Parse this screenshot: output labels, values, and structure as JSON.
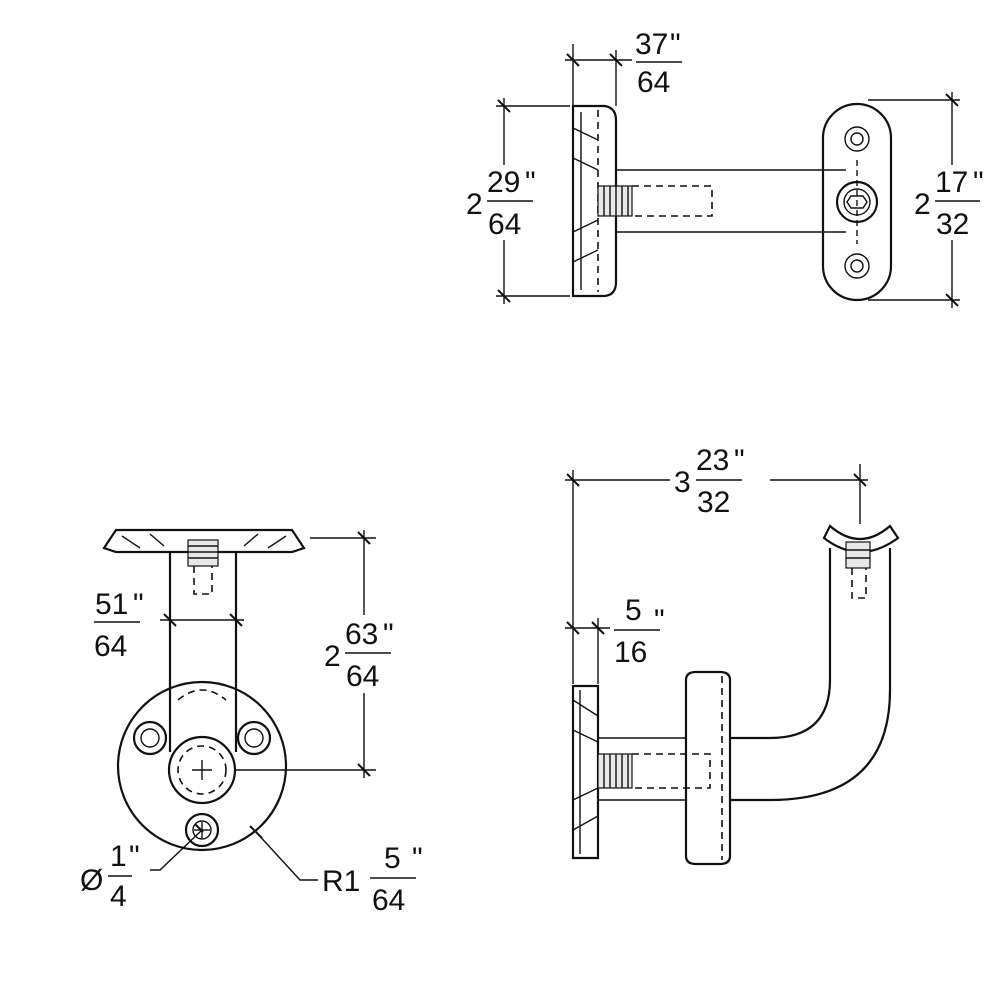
{
  "drawing": {
    "views": [
      "top-view",
      "front-view",
      "side-view"
    ],
    "dimensions": {
      "top_plate_thickness": {
        "num": "37",
        "den": "64",
        "unit": "\""
      },
      "top_plate_height": {
        "whole": "2",
        "num": "29",
        "den": "64",
        "unit": "\""
      },
      "top_saddle_height": {
        "whole": "2",
        "num": "17",
        "den": "32",
        "unit": "\""
      },
      "front_post_width": {
        "num": "51",
        "den": "64",
        "unit": "\""
      },
      "front_height": {
        "whole": "2",
        "num": "63",
        "den": "64",
        "unit": "\""
      },
      "hole_diameter": {
        "prefix": "Ø",
        "num": "1",
        "den": "4",
        "unit": "\""
      },
      "base_radius": {
        "prefix": "R1",
        "num": "5",
        "den": "64",
        "unit": "\""
      },
      "side_projection": {
        "whole": "3",
        "num": "23",
        "den": "32",
        "unit": "\""
      },
      "side_plate_thickness": {
        "num": "5",
        "den": "16",
        "unit": "\""
      }
    }
  }
}
